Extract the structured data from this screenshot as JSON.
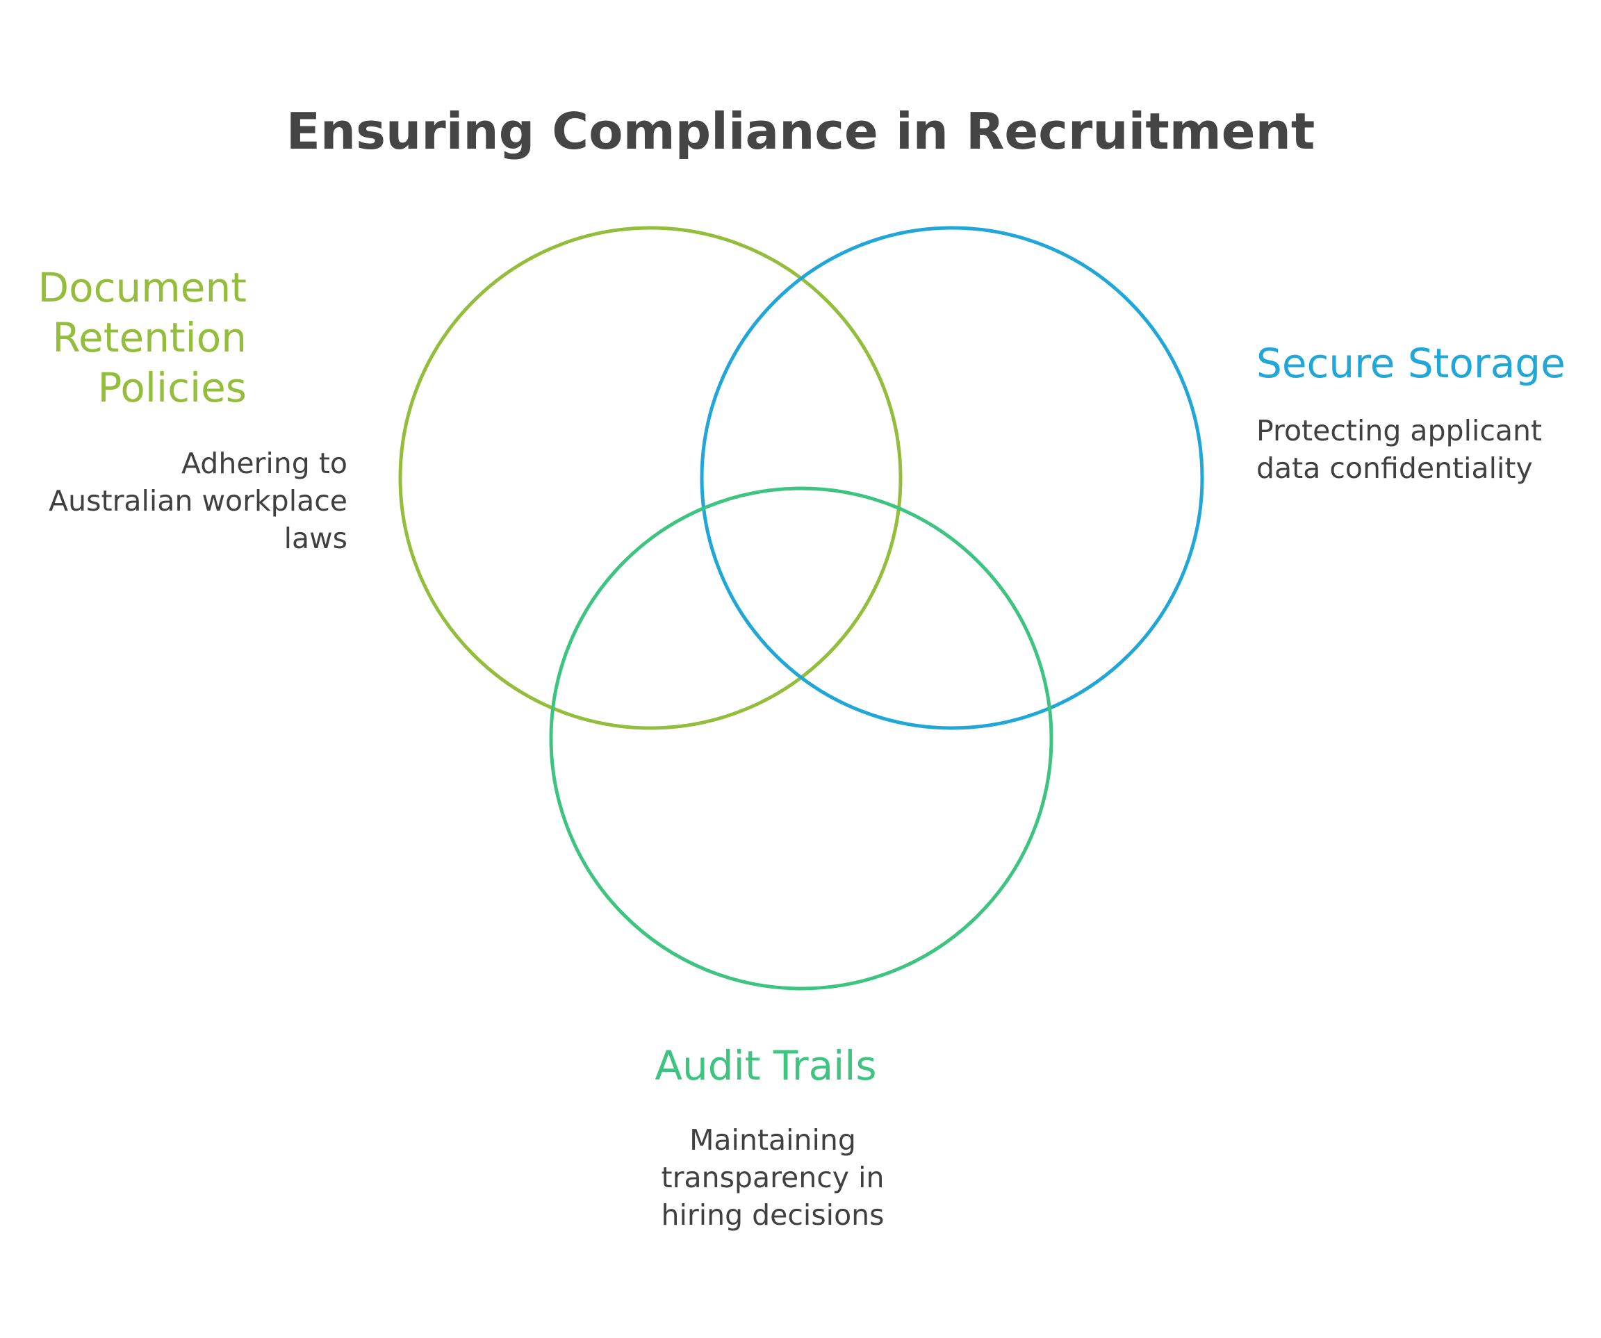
{
  "title": "Ensuring Compliance in Recruitment",
  "colors": {
    "document": "#93bd3b",
    "storage": "#21a6d8",
    "audit": "#3cc480",
    "text": "#404040",
    "title": "#454545"
  },
  "sets": {
    "document": {
      "heading_lines": [
        "Document",
        "Retention",
        "Policies"
      ],
      "description_lines": [
        "Adhering to",
        "Australian workplace",
        "laws"
      ]
    },
    "storage": {
      "heading_lines": [
        "Secure Storage"
      ],
      "description_lines": [
        "Protecting applicant",
        "data confidentiality"
      ]
    },
    "audit": {
      "heading_lines": [
        "Audit Trails"
      ],
      "description_lines": [
        "Maintaining",
        "transparency in",
        "hiring decisions"
      ]
    }
  }
}
